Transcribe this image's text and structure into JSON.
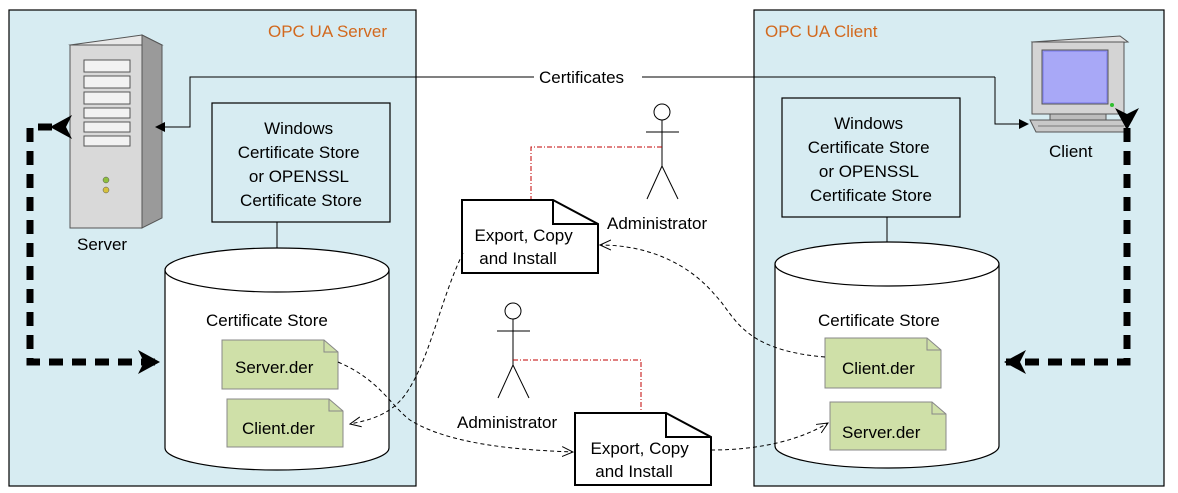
{
  "colors": {
    "panel_fill": "#d7ecf2",
    "panel_title": "#d2691e",
    "doc_fill": "#cfe0a8",
    "admin_link": "#c00000"
  },
  "server_panel": {
    "title": "OPC UA Server",
    "device_label": "Server",
    "store_box_lines": [
      "Windows",
      "Certificate Store",
      "or OPENSSL",
      "Certificate Store"
    ],
    "cylinder_label": "Certificate Store",
    "files": [
      "Server.der",
      "Client.der"
    ]
  },
  "client_panel": {
    "title": "OPC UA Client",
    "device_label": "Client",
    "store_box_lines": [
      "Windows",
      "Certificate Store",
      "or OPENSSL",
      "Certificate Store"
    ],
    "cylinder_label": "Certificate Store",
    "files": [
      "Client.der",
      "Server.der"
    ]
  },
  "middle": {
    "certificates_label": "Certificates",
    "admin_top": "Administrator",
    "admin_bottom": "Administrator",
    "doc_top_lines": [
      "Export, Copy",
      "and Install"
    ],
    "doc_bottom_lines": [
      "Export, Copy",
      "and Install"
    ]
  },
  "icons": [
    "server-tower-icon",
    "desktop-computer-icon",
    "administrator-stick-figure-icon"
  ]
}
